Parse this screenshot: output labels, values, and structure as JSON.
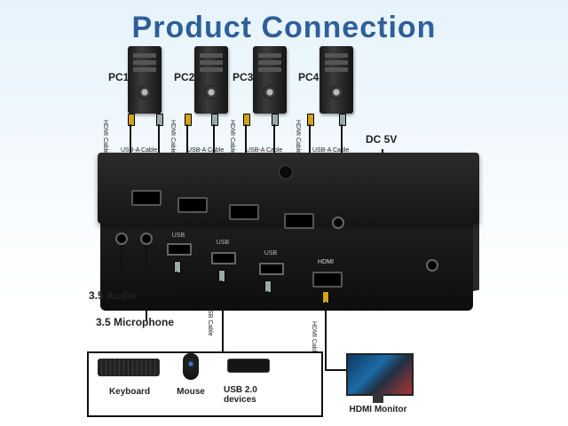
{
  "title": "Product Connection",
  "pcs": [
    {
      "label": "PC1"
    },
    {
      "label": "PC2"
    },
    {
      "label": "PC3"
    },
    {
      "label": "PC4"
    }
  ],
  "cables": {
    "hdmi": "HDMI Cable",
    "usb_a": "USB-A Cable",
    "usb": "USB Cable"
  },
  "power": "DC 5V",
  "ports": {
    "usb": "USB",
    "hdmi": "HDMI"
  },
  "audio": {
    "audio_label": "3.5 Audio",
    "mic_label": "3.5 Microphone"
  },
  "devices": {
    "keyboard": "Keyboard",
    "mouse": "Mouse",
    "usb_drive": "USB 2.0 devices",
    "monitor": "HDMI Monitor"
  }
}
